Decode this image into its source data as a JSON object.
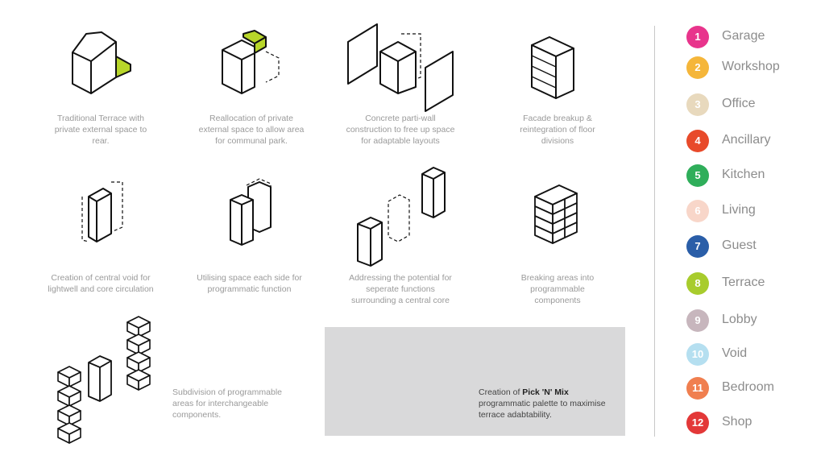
{
  "captions": [
    "Traditional Terrace with\nprivate external space to\nrear.",
    "Reallocation of private\nexternal space to allow area\nfor communal park.",
    "Concrete parti-wall\nconstruction to free up space\nfor adaptable layouts",
    "Facade breakup &\nreintegration of floor\ndivisions",
    "Creation of central void for\nlightwell and core circulation",
    "Utilising space each side for\nprogrammatic function",
    "Addressing the potential for\nseperate functions\nsurrounding a central core",
    "Breaking areas into\nprogrammable\ncomponents",
    "Subdivision of programmable\nareas for interchangeable\ncomponents."
  ],
  "palette": {
    "prefix": "Creation of ",
    "emphasis": "Pick 'N' Mix",
    "suffix": " programmatic palette to maximise terrace adabtability."
  },
  "legend": [
    {
      "number": "1",
      "label": "Garage",
      "color": "#e8348c"
    },
    {
      "number": "2",
      "label": "Workshop",
      "color": "#f5b63a"
    },
    {
      "number": "3",
      "label": "Office",
      "color": "#e8d9bd"
    },
    {
      "number": "4",
      "label": "Ancillary",
      "color": "#e84a2a"
    },
    {
      "number": "5",
      "label": "Kitchen",
      "color": "#2fae5a"
    },
    {
      "number": "6",
      "label": "Living",
      "color": "#f8d6c9"
    },
    {
      "number": "7",
      "label": "Guest",
      "color": "#2a5ea8"
    },
    {
      "number": "8",
      "label": "Terrace",
      "color": "#a8cc2d"
    },
    {
      "number": "9",
      "label": "Lobby",
      "color": "#c7b6bd"
    },
    {
      "number": "10",
      "label": "Void",
      "color": "#b5dff0"
    },
    {
      "number": "11",
      "label": "Bedroom",
      "color": "#f07f4f"
    },
    {
      "number": "12",
      "label": "Shop",
      "color": "#e33838"
    }
  ],
  "palette_blocks": [
    [
      "#a8cc2d",
      "#e8d9bd",
      "#f8d6c9",
      "#f5b63a"
    ],
    [
      "#b5dff0",
      "#f07f4f",
      "#2fae5a",
      "#e33838"
    ],
    [
      "#e84a2a",
      "#c7b6bd",
      "#e8348c",
      "#2a5ea8"
    ]
  ]
}
